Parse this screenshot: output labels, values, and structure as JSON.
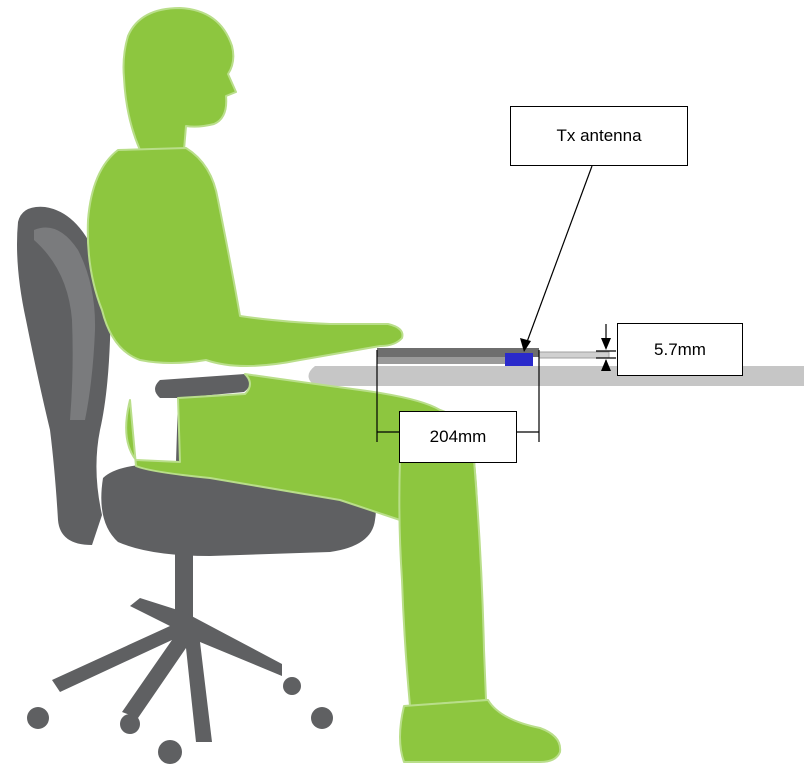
{
  "labels": {
    "tx_antenna": "Tx antenna",
    "thickness": "5.7mm",
    "distance": "204mm"
  },
  "colors": {
    "person": "#8DC63F",
    "person_outline": "#B9DE8A",
    "chair": "#5F6062",
    "desk": "#C6C6C6",
    "device": "#6E6E6E",
    "antenna": "#2A2ACB"
  }
}
